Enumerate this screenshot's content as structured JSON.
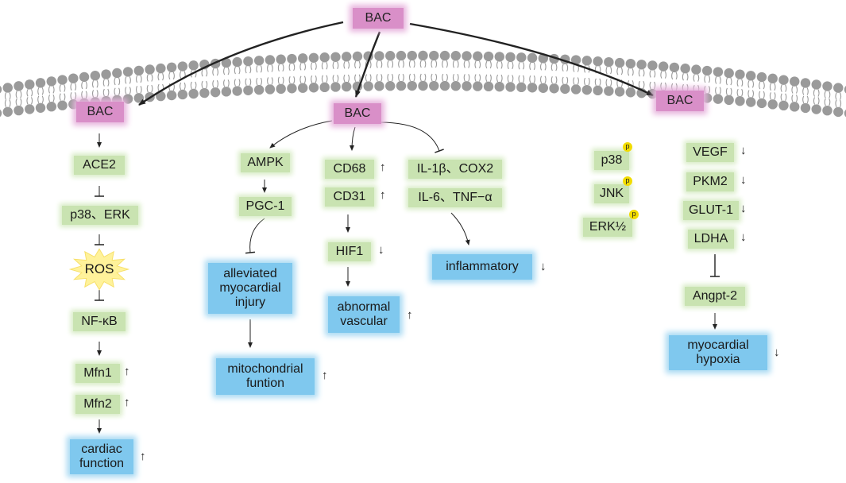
{
  "root": "BAC",
  "branches": {
    "left": {
      "bac": "BAC",
      "ace2": "ACE2",
      "p38_erk": "p38、ERK",
      "ros": "ROS",
      "nfkb": "NF-κB",
      "mfn1": "Mfn1",
      "mfn2": "Mfn2",
      "cardiac": "cardiac\nfunction"
    },
    "middle": {
      "bac": "BAC",
      "ampk": "AMPK",
      "pgc1": "PGC-1",
      "injury": "alleviated\nmyocardial\ninjury",
      "mito": "mitochondrial\nfuntion",
      "cd68": "CD68",
      "cd31": "CD31",
      "hif1": "HIF1",
      "vascular": "abnormal\nvascular",
      "il1b_cox2": "IL-1β、COX2",
      "il6_tnfa": "IL-6、TNF−α",
      "inflammatory": "inflammatory"
    },
    "right": {
      "bac": "BAC",
      "p38": "p38",
      "jnk": "JNK",
      "erk12": "ERK½",
      "p_badge": "p",
      "vegf": "VEGF",
      "pkm2": "PKM2",
      "glut1": "GLUT-1",
      "ldha": "LDHA",
      "angpt2": "Angpt-2",
      "hypoxia": "myocardial\nhypoxia"
    }
  },
  "symbols": {
    "up": "↑",
    "down": "↓"
  },
  "colors": {
    "bac": "#d98fc8",
    "protein": "#c9e3b1",
    "outcome": "#7fc8ee",
    "ros_star": "#fff29a",
    "membrane": "#9a9a9a",
    "p_badge": "#f2dc00"
  }
}
